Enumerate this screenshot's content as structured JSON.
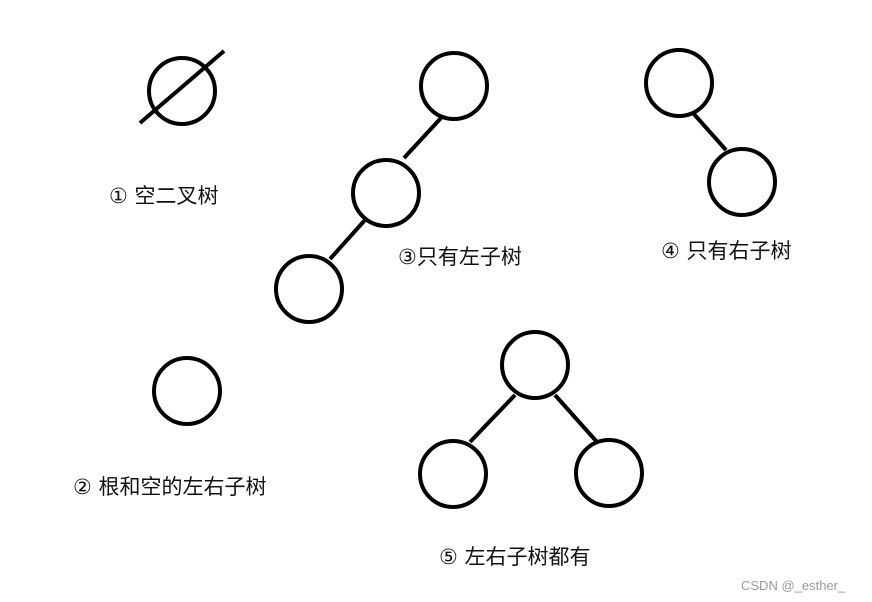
{
  "labels": {
    "case1": "① 空二叉树",
    "case2": "② 根和空的左右子树",
    "case3": "③只有左子树",
    "case4": "④ 只有右子树",
    "case5": "⑤ 左右子树都有"
  },
  "watermark": "CSDN @_esther_",
  "colors": {
    "stroke": "#000000",
    "text": "#111111",
    "watermark": "#9a9a9a"
  }
}
